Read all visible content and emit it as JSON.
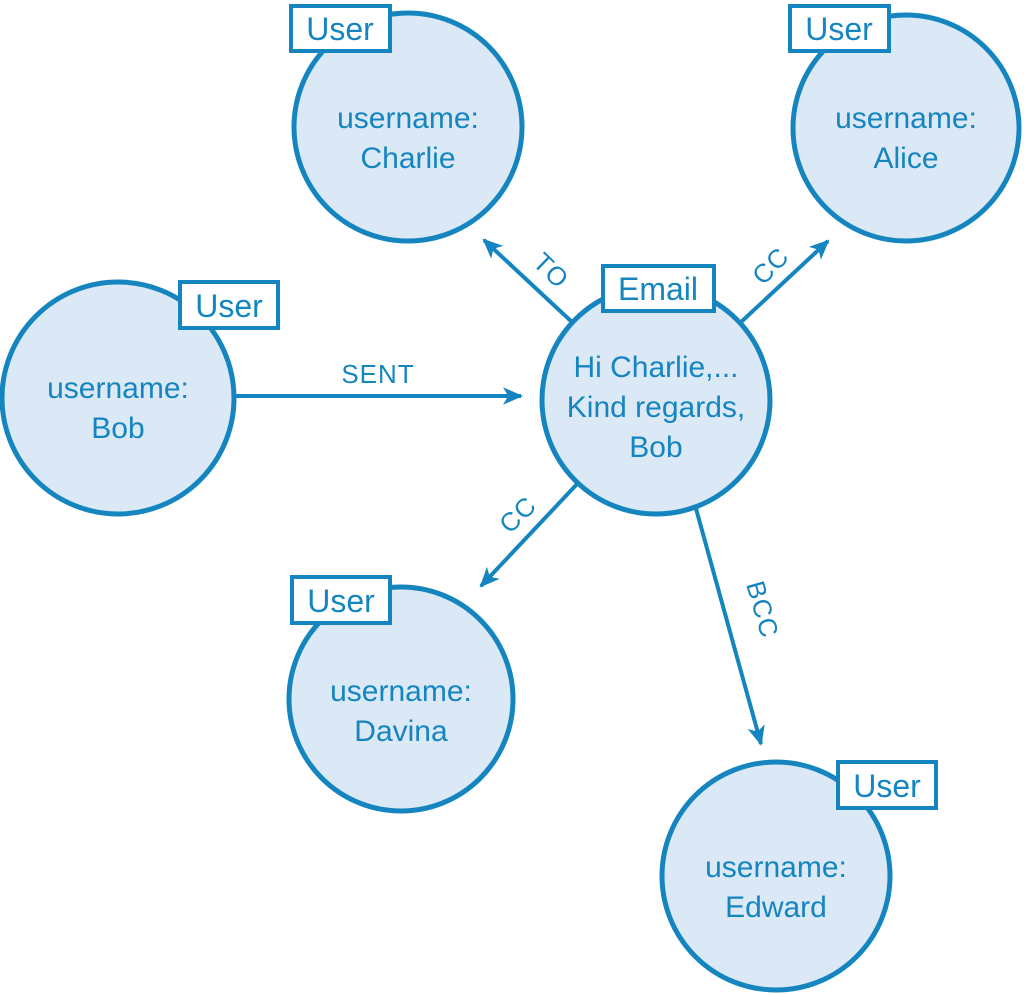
{
  "diagram": {
    "background": "#ffffff",
    "accent_color": "#1585c0",
    "node_fill_color": "#dbe8f5",
    "label_box_fill": "#ffffff"
  },
  "nodes": [
    {
      "id": "charlie",
      "type_label": "User",
      "lines": [
        "username:",
        "Charlie"
      ]
    },
    {
      "id": "alice",
      "type_label": "User",
      "lines": [
        "username:",
        "Alice"
      ]
    },
    {
      "id": "bob",
      "type_label": "User",
      "lines": [
        "username:",
        "Bob"
      ]
    },
    {
      "id": "email",
      "type_label": "Email",
      "lines": [
        "Hi Charlie,...",
        "Kind regards,",
        "Bob"
      ]
    },
    {
      "id": "davina",
      "type_label": "User",
      "lines": [
        "username:",
        "Davina"
      ]
    },
    {
      "id": "edward",
      "type_label": "User",
      "lines": [
        "username:",
        "Edward"
      ]
    }
  ],
  "edges": [
    {
      "label": "SENT",
      "from": "bob",
      "to": "email"
    },
    {
      "label": "TO",
      "from": "email",
      "to": "charlie"
    },
    {
      "label": "CC",
      "from": "email",
      "to": "alice"
    },
    {
      "label": "CC",
      "from": "email",
      "to": "davina"
    },
    {
      "label": "BCC",
      "from": "email",
      "to": "edward"
    }
  ]
}
